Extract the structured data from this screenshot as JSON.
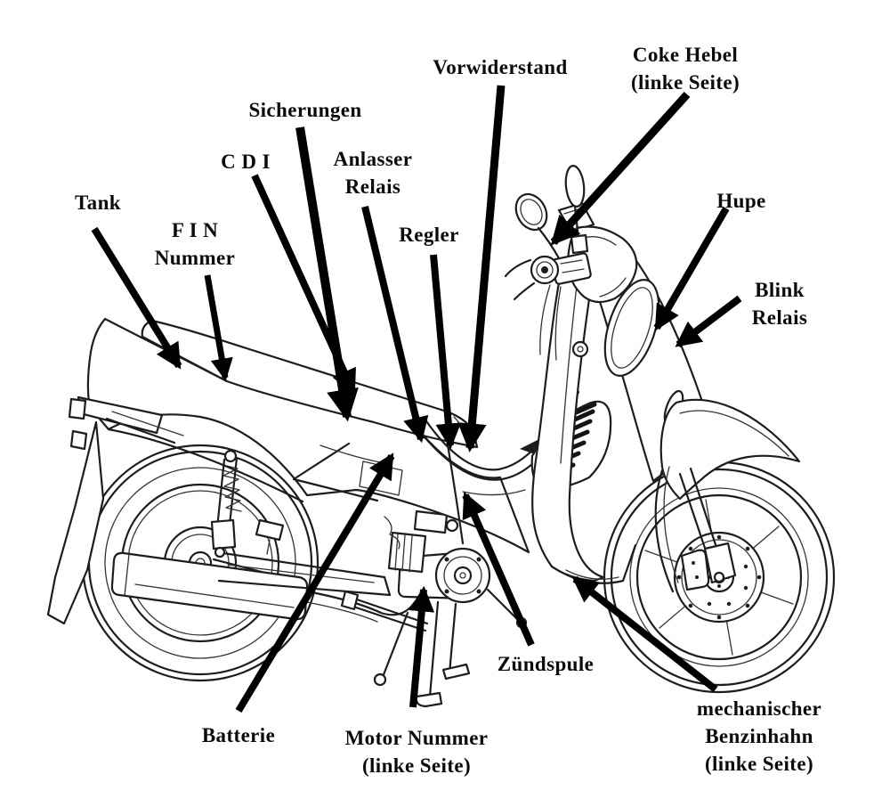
{
  "diagram": {
    "colors": {
      "background": "#ffffff",
      "line": "#1d1d1d",
      "arrow": "#000000",
      "text": "#0b0b0b"
    },
    "labels": {
      "tank": {
        "lines": [
          "Tank"
        ]
      },
      "fin": {
        "lines": [
          "F I N",
          "Nummer"
        ]
      },
      "cdi": {
        "lines": [
          "C D I"
        ]
      },
      "sicherungen": {
        "lines": [
          "Sicherungen"
        ]
      },
      "anlasser": {
        "lines": [
          "Anlasser",
          "Relais"
        ]
      },
      "regler": {
        "lines": [
          "Regler"
        ]
      },
      "vorwiderstand": {
        "lines": [
          "Vorwiderstand"
        ]
      },
      "coke_hebel": {
        "lines": [
          "Coke Hebel",
          "(linke Seite)"
        ]
      },
      "hupe": {
        "lines": [
          "Hupe"
        ]
      },
      "blink_relais": {
        "lines": [
          "Blink",
          "Relais"
        ]
      },
      "zuendspule": {
        "lines": [
          "Zündspule"
        ]
      },
      "batterie": {
        "lines": [
          "Batterie"
        ]
      },
      "motor_nummer": {
        "lines": [
          "Motor Nummer",
          "(linke Seite)"
        ]
      },
      "benzinhahn": {
        "lines": [
          "mechanischer",
          "Benzinhahn",
          "(linke Seite)"
        ]
      }
    }
  }
}
